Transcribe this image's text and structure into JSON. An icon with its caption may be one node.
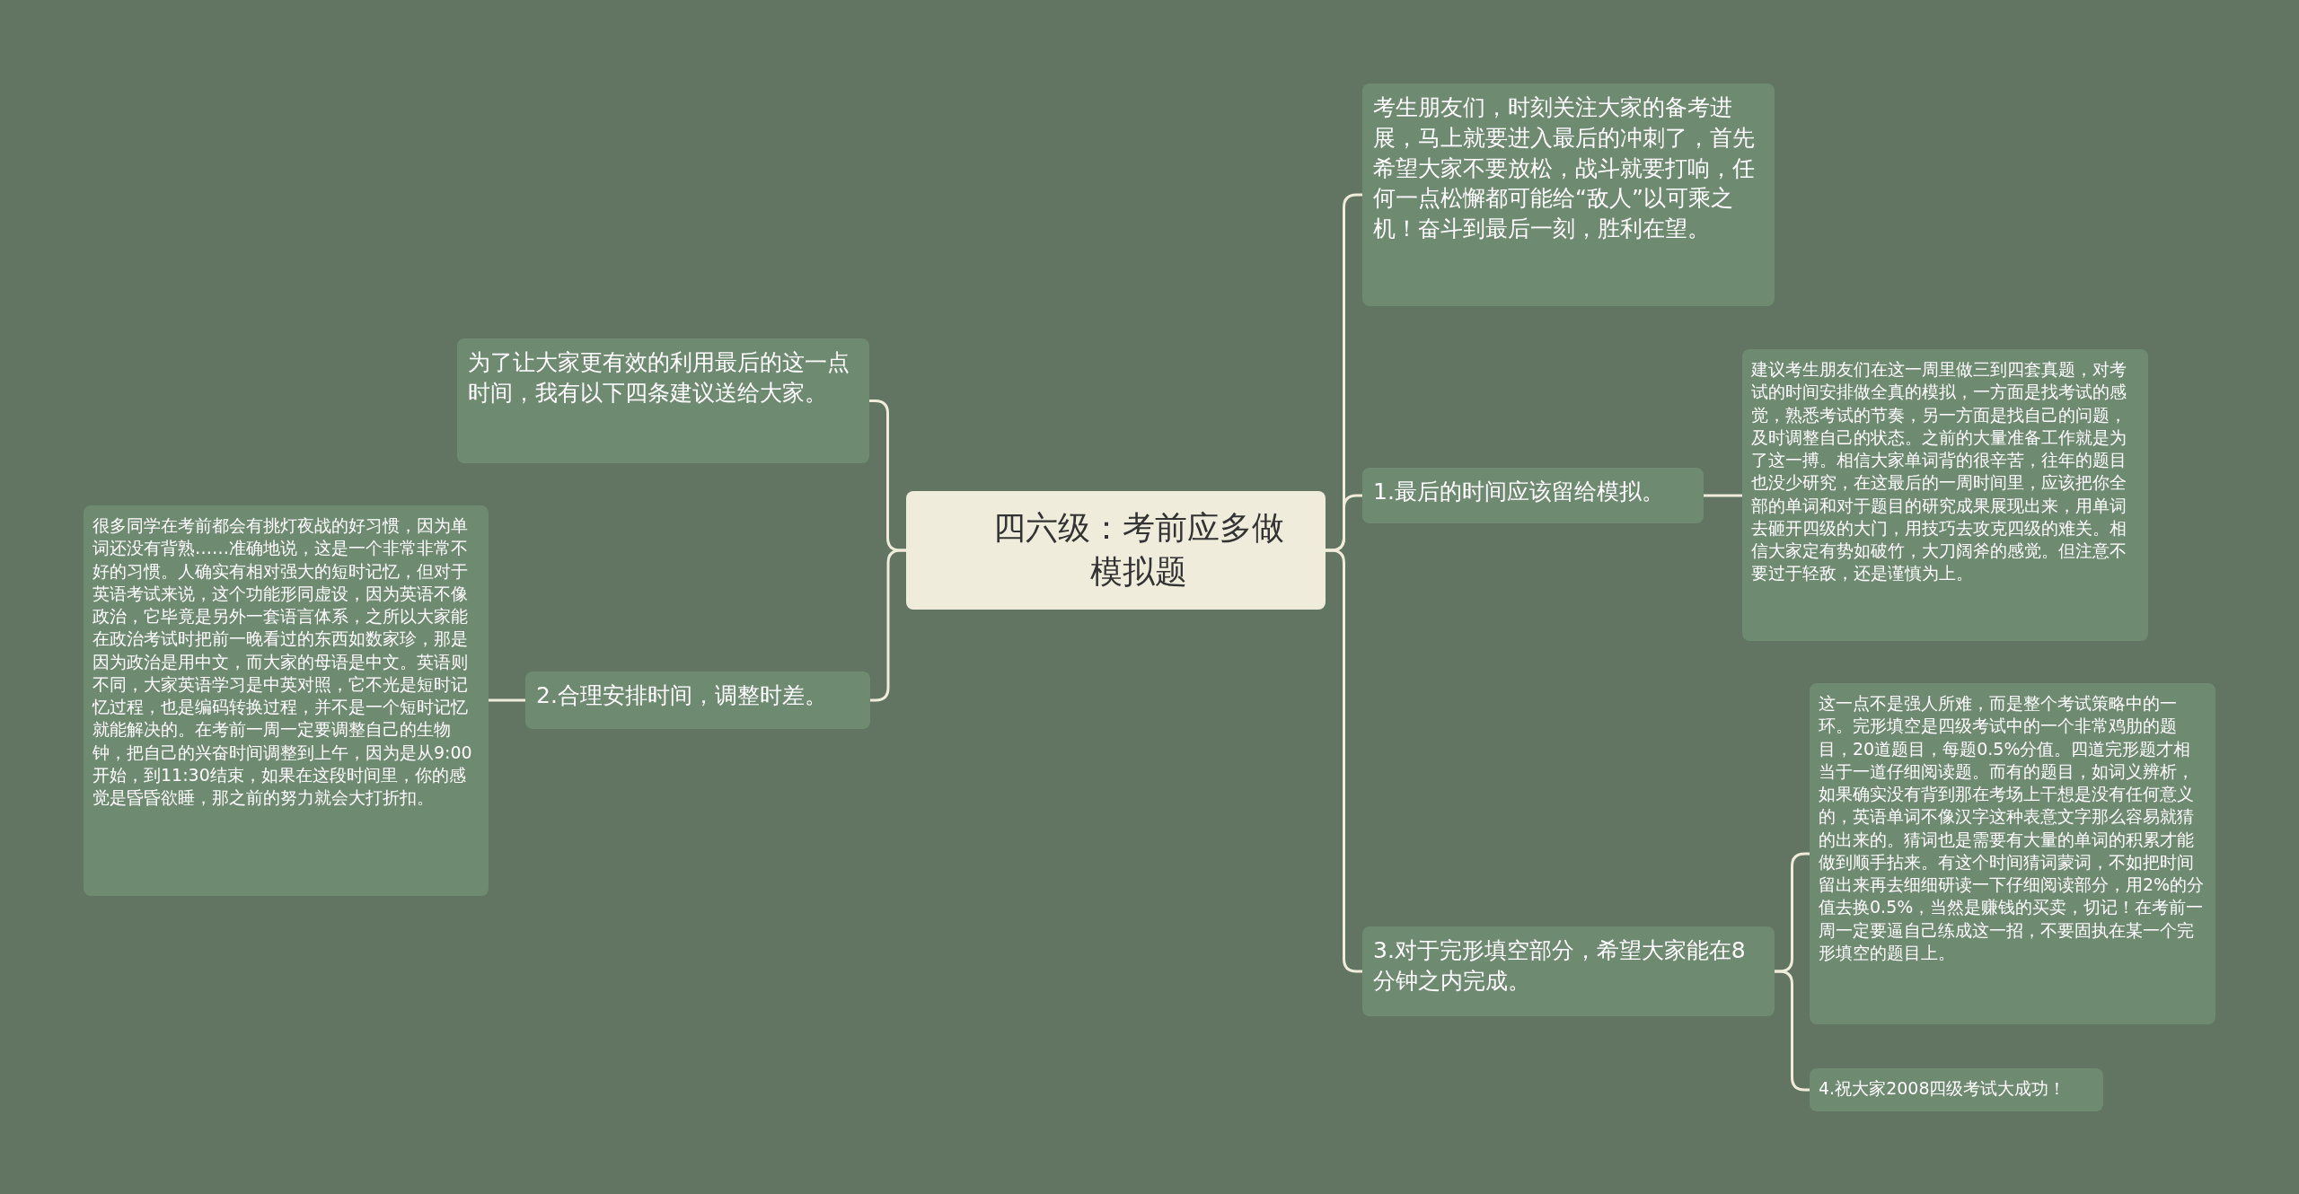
{
  "diagram": {
    "nodes": [
      {
        "text": [
          "四六级：考前应多做模拟题"
        ]
      },
      {
        "text": [
          "为了让大家更有效的利用最后的这一点时间，我有以下四条建议送给大家。"
        ]
      },
      {
        "text": [
          "2.合理安排时间，调整时差。"
        ]
      },
      {
        "text": [
          "很多同学在考前都会有挑灯夜战的好习惯，因为单词还没有背熟……准确地说，这是一个非常非常不好的习惯。人确实有相对强大的短时记忆，但对于英语考试来说，这个功能形同虚设，因为英语不像政治，它毕竟是另外一套语言体系，之所以大家能在政治考试时把前一晚看过的东西如数家珍，那是因为政治是用中文，而大家的母语是中文。英语则不同，大家英语学习是中英对照，它不光是短时记忆过程，也是编码转换过程，并不是一个短时记忆就能解决的。在考前一周一定要调整自己的生物钟，把自己的兴奋时间调整到上午，因为是从9:00开始，到11:30结束，如果在这段时间里，你的感觉是昏昏欲睡，那之前的努力就会大打折扣。"
        ]
      },
      {
        "text": [
          "考生朋友们，时刻关注大家的备考进展，马上就要进入最后的冲刺了，首先希望大家不要放松，战斗就要打响，任何一点松懈都可能给“敌人”以可乘之机！奋斗到最后一刻，胜利在望。"
        ]
      },
      {
        "text": [
          "1.最后的时间应该留给模拟。"
        ]
      },
      {
        "text": [
          "建议考生朋友们在这一周里做三到四套真题，对考试的时间安排做全真的模拟，一方面是找考试的感觉，熟悉考试的节奏，另一方面是找自己的问题，及时调整自己的状态。之前的大量准备工作就是为了这一搏。相信大家单词背的很辛苦，往年的题目也没少研究，在这最后的一周时间里，应该把你全部的单词和对于题目的研究成果展现出来，用单词去砸开四级的大门，用技巧去攻克四级的难关。相信大家定有势如破竹，大刀阔斧的感觉。但注意不要过于轻敌，还是谨慎为上。"
        ]
      },
      {
        "text": [
          "3.对于完形填空部分，希望大家能在8分钟之内完成。"
        ]
      },
      {
        "text": [
          "这一点不是强人所难，而是整个考试策略中的一环。完形填空是四级考试中的一个非常鸡肋的题目，20道题目，每题0.5%分值。四道完形题才相当于一道仔细阅读题。而有的题目，如词义辨析，如果确实没有背到那在考场上干想是没有任何意义的，英语单词不像汉字这种表意文字那么容易就猜的出来的。猜词也是需要有大量的单词的积累才能做到顺手拈来。有这个时间猜词蒙词，不如把时间留出来再去细细研读一下仔细阅读部分，用2%的分值去换0.5%，当然是赚钱的买卖，切记！在考前一周一定要逼自己练成这一招，不要固执在某一个完形填空的题目上。"
        ]
      },
      {
        "text": [
          "4.祝大家2008四级考试大成功！"
        ]
      }
    ],
    "edges": [
      {
        "from": 0,
        "to": 1,
        "arrow": "none"
      },
      {
        "from": 0,
        "to": 2,
        "arrow": "none"
      },
      {
        "from": 2,
        "to": 3,
        "arrow": "none"
      },
      {
        "from": 0,
        "to": 4,
        "arrow": "none"
      },
      {
        "from": 0,
        "to": 5,
        "arrow": "none"
      },
      {
        "from": 5,
        "to": 6,
        "arrow": "none"
      },
      {
        "from": 0,
        "to": 7,
        "arrow": "none"
      },
      {
        "from": 7,
        "to": 8,
        "arrow": "none"
      },
      {
        "from": 7,
        "to": 9,
        "arrow": "none"
      }
    ]
  }
}
